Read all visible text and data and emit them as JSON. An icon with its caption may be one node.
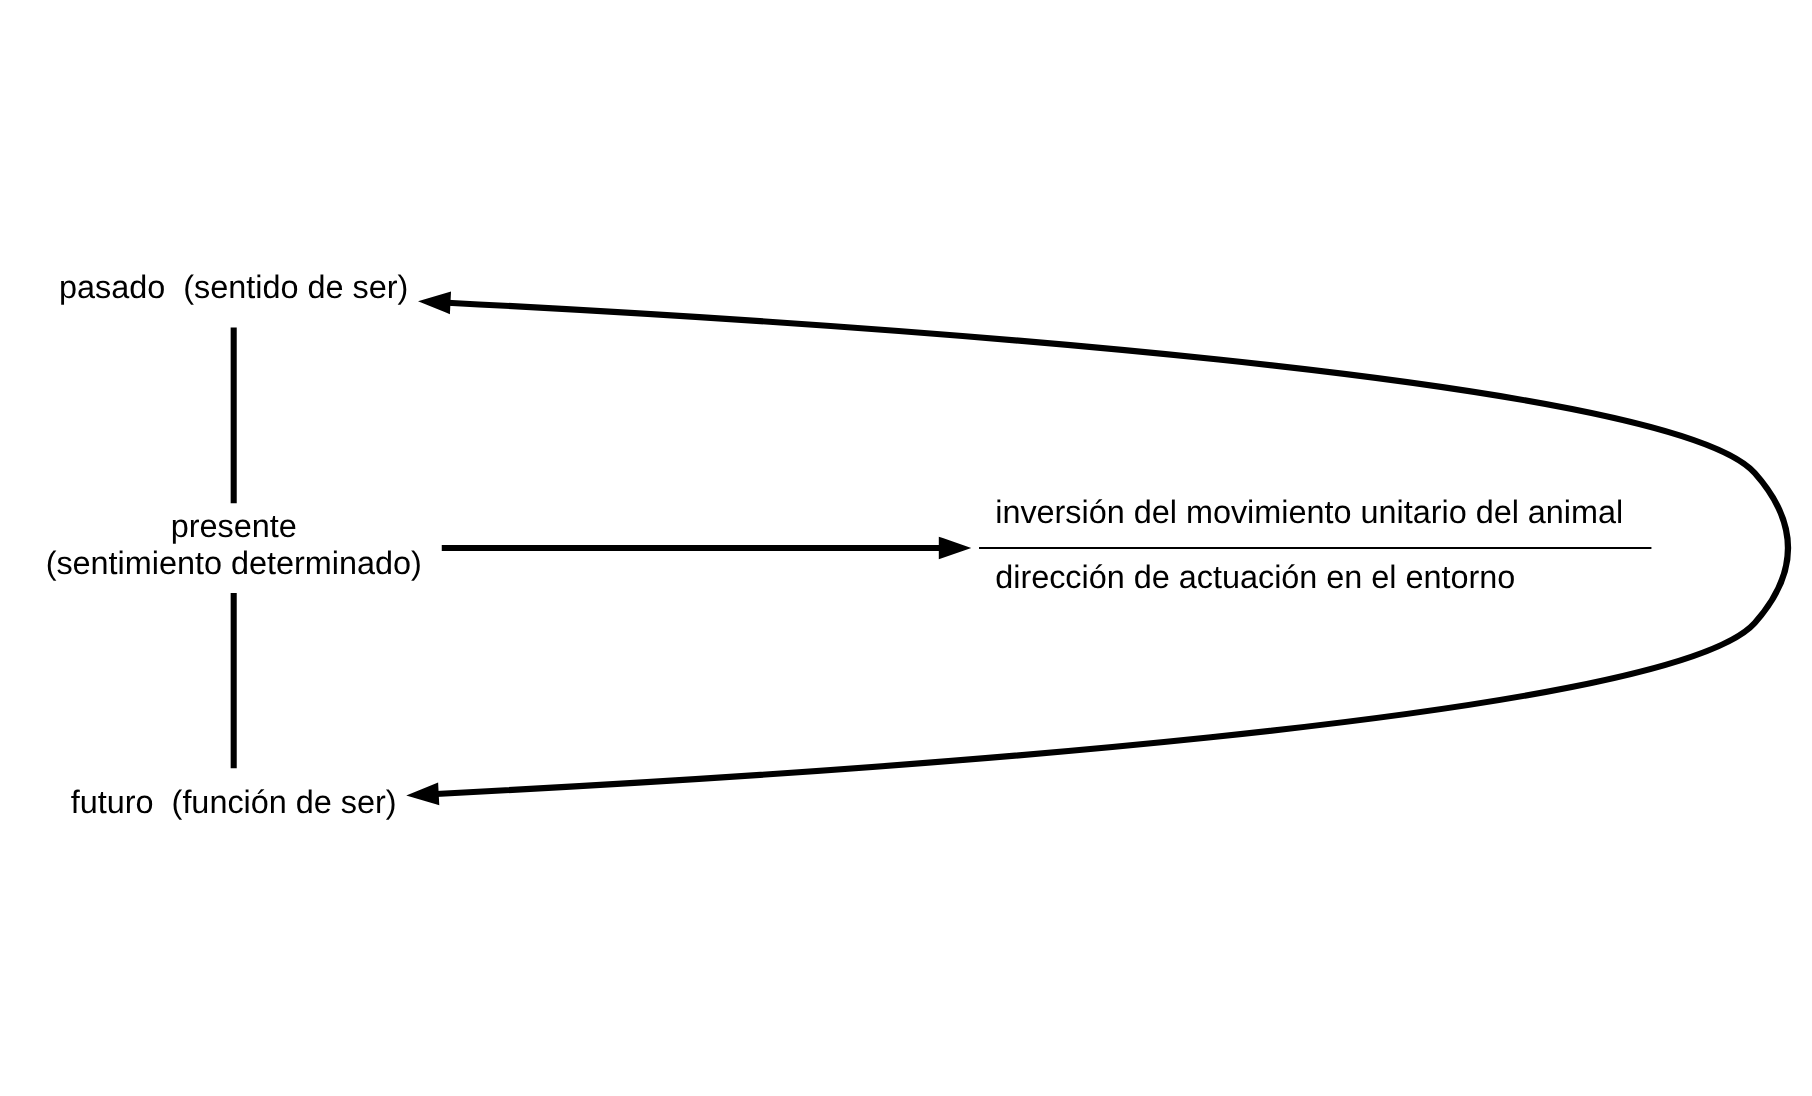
{
  "diagram": {
    "nodes": [
      {
        "text": [
          "pasado  (sentido de ser)"
        ]
      },
      {
        "text": [
          "presente",
          "(sentimiento determinado)"
        ]
      },
      {
        "text": [
          "futuro  (función de ser)"
        ]
      },
      {
        "text": [
          "inversión del movimiento unitario del animal",
          "dirección de actuación en el entorno"
        ]
      }
    ],
    "edges": [
      {
        "from": 0,
        "to": 1,
        "arrow": "none"
      },
      {
        "from": 1,
        "to": 2,
        "arrow": "none"
      },
      {
        "from": 2,
        "to": 0,
        "arrow": "both"
      },
      {
        "from": 1,
        "to": 3,
        "arrow": "to"
      }
    ]
  }
}
